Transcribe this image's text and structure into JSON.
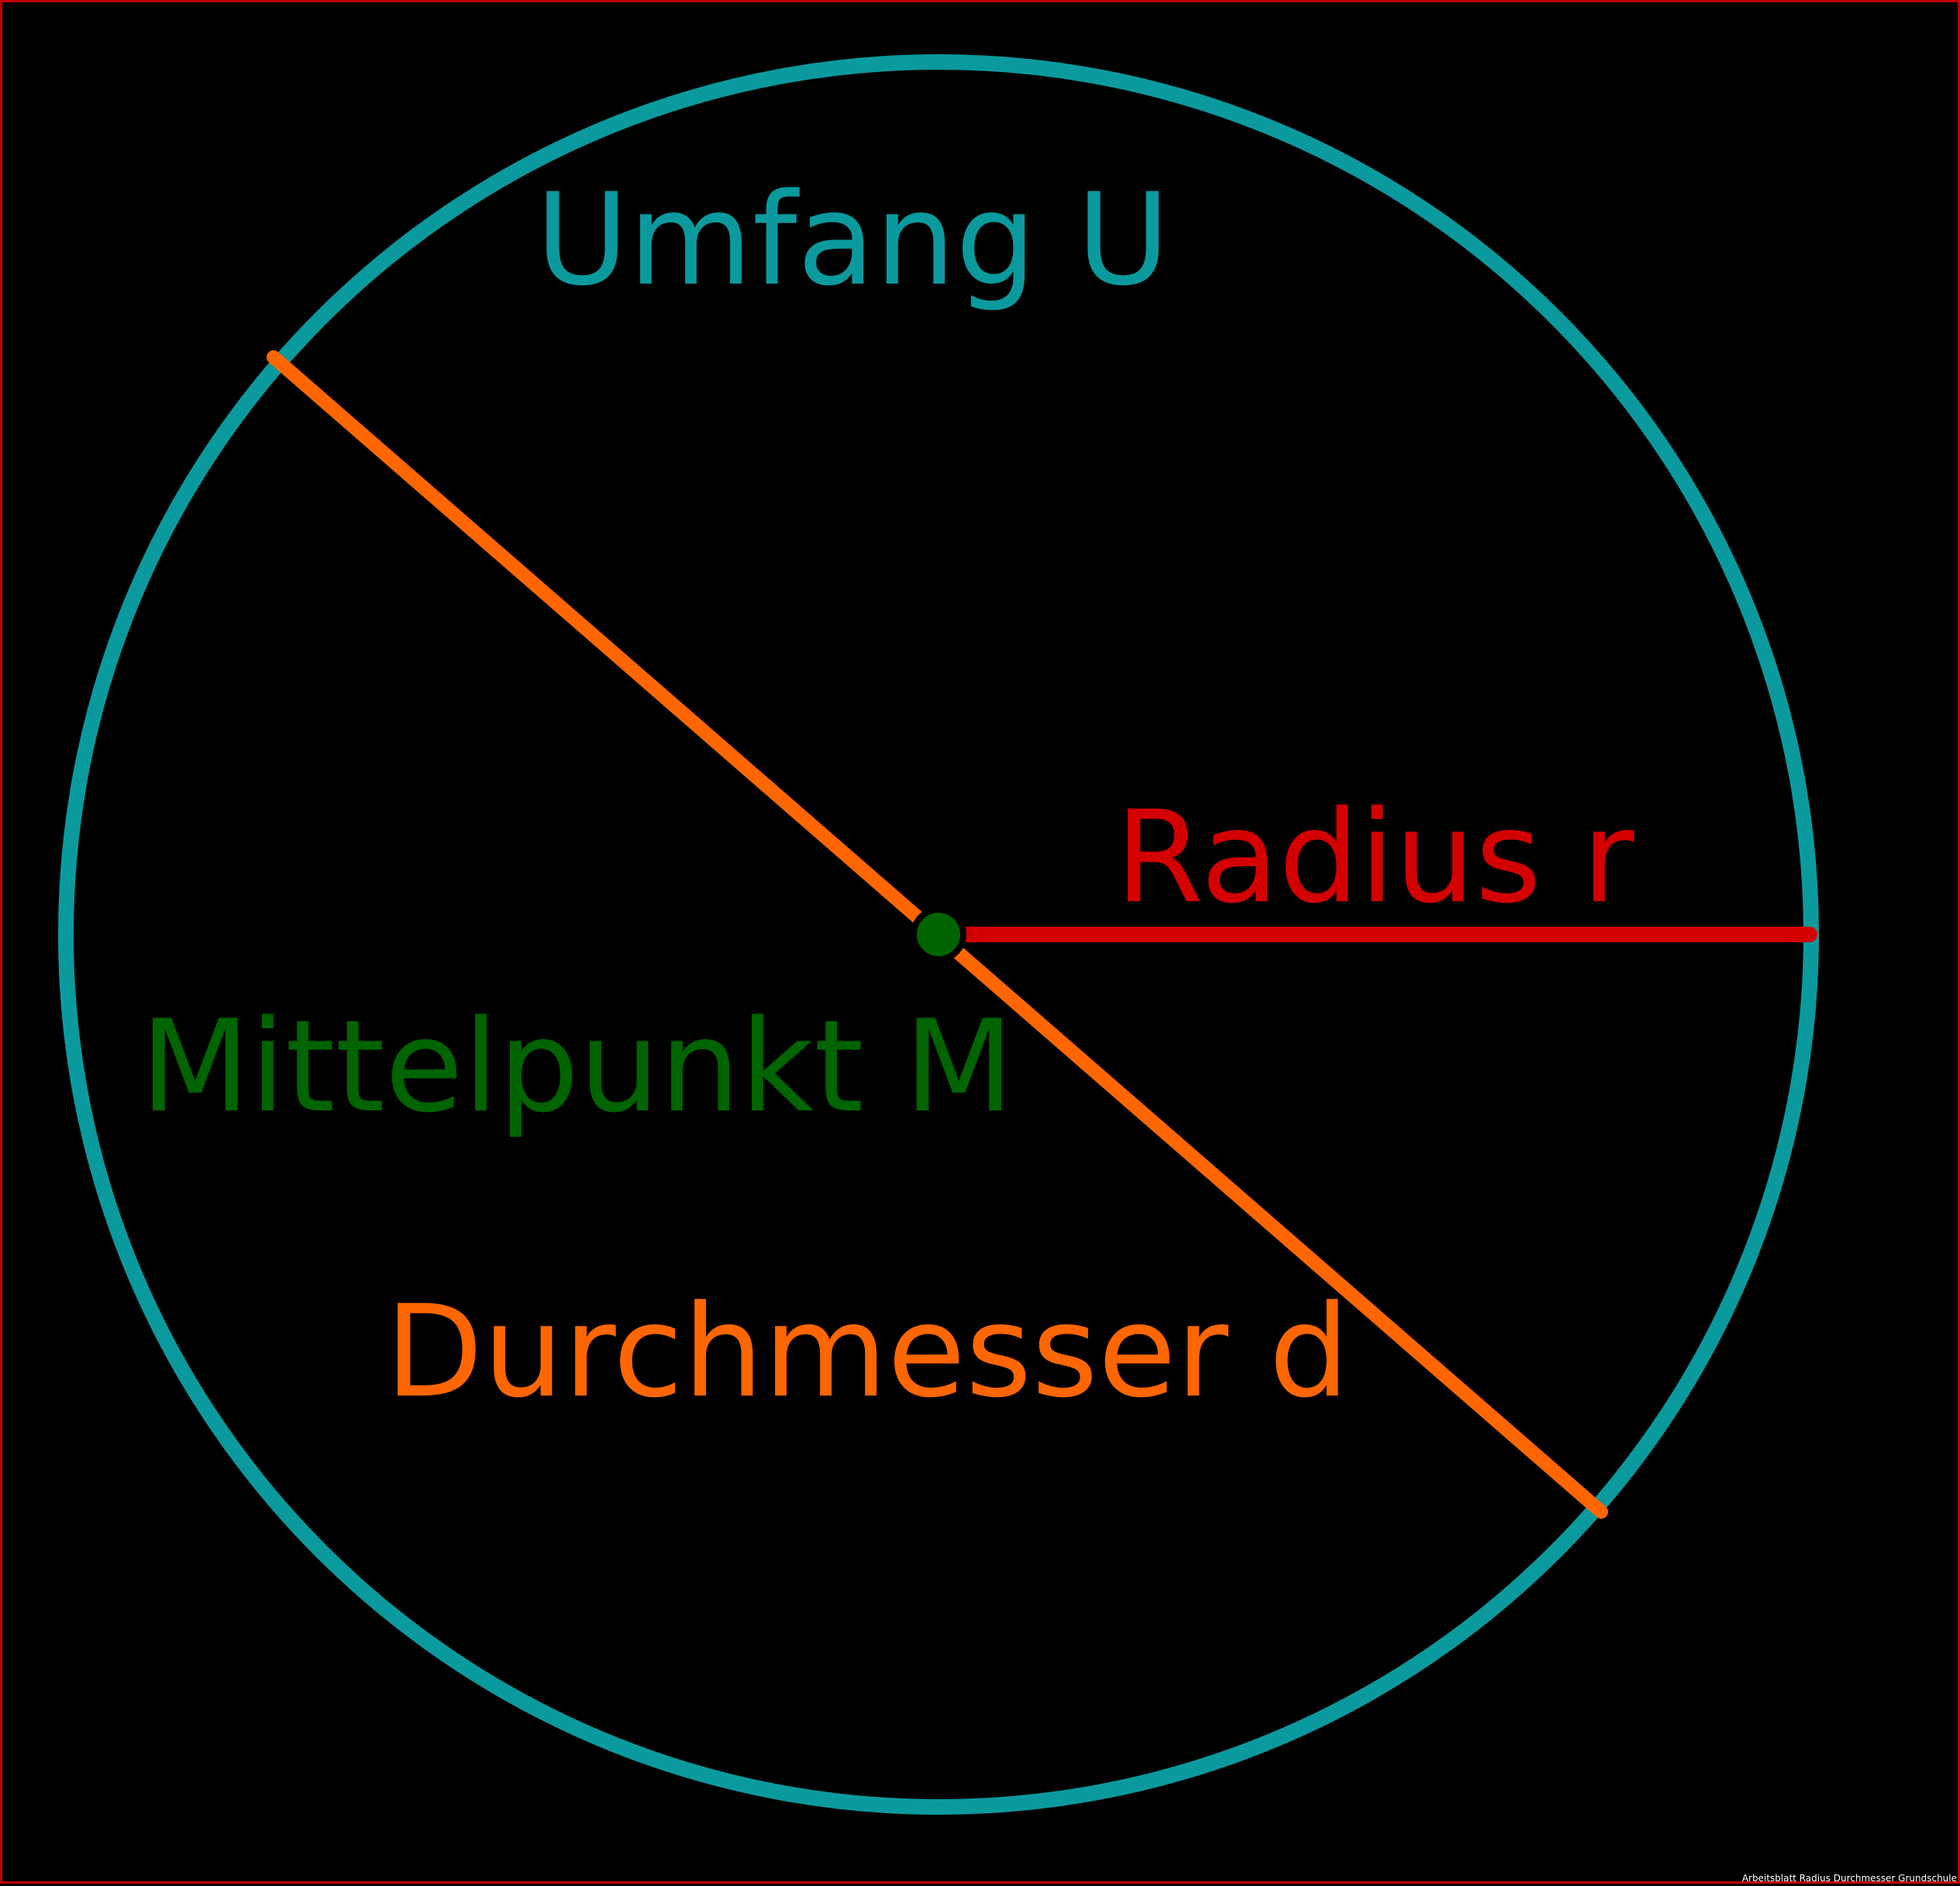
{
  "labels": {
    "circumference": "Umfang U",
    "radius": "Radius r",
    "center": "Mittelpunkt M",
    "diameter": "Durchmesser d"
  },
  "credit": "Arbeitsblatt Radius Durchmesser Grundschule",
  "colors": {
    "background": "#000000",
    "border": "#c00000",
    "circumference": "#0a9a9e",
    "radius": "#d40000",
    "center": "#006400",
    "diameter": "#ff6600"
  }
}
